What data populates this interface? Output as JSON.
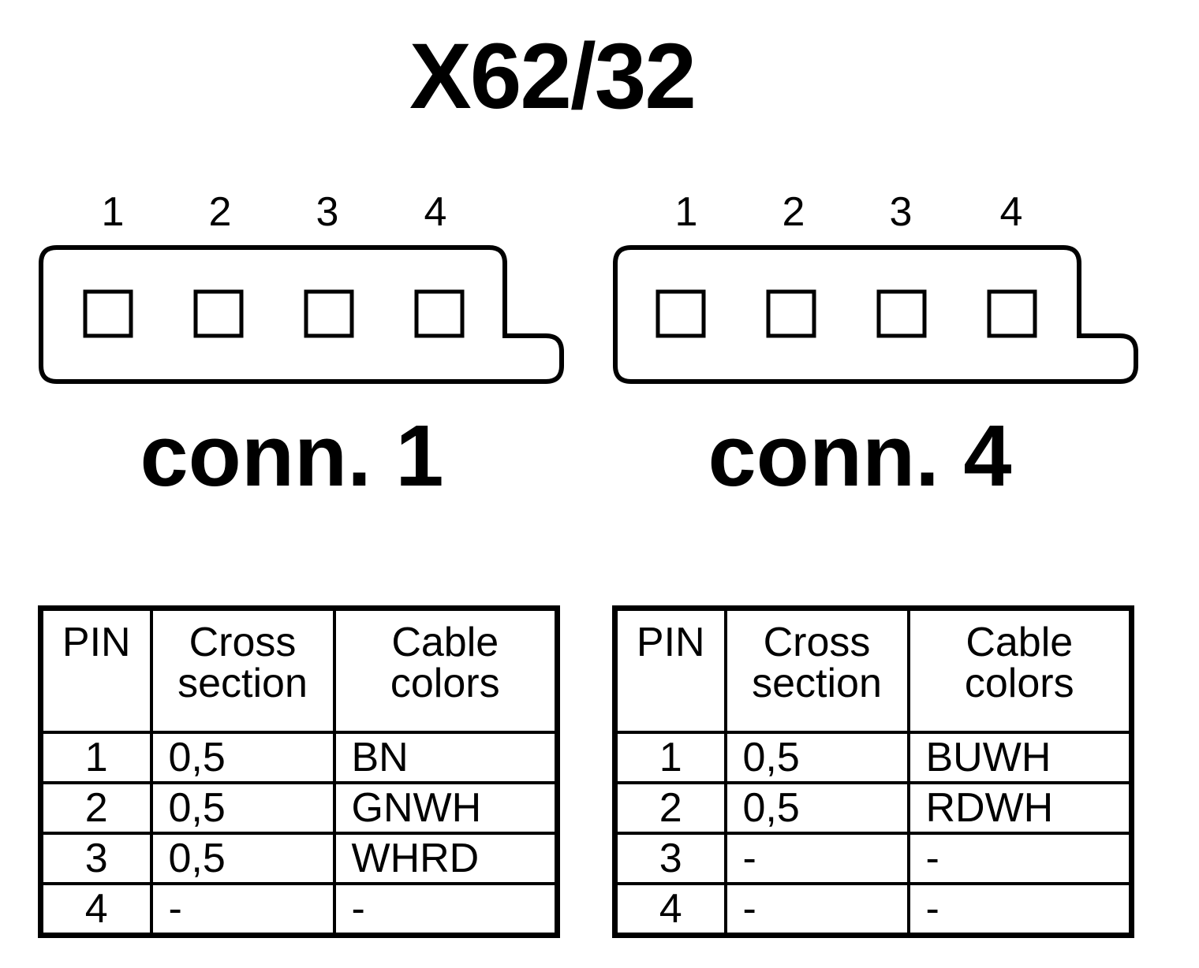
{
  "title": "X62/32",
  "connectors": [
    {
      "label": "conn. 1",
      "pin_numbers": [
        "1",
        "2",
        "3",
        "4"
      ],
      "table": {
        "headers": {
          "pin": "PIN",
          "cross_line1": "Cross",
          "cross_line2": "section",
          "colors_line1": "Cable",
          "colors_line2": "colors"
        },
        "rows": [
          {
            "pin": "1",
            "cross": "0,5",
            "colors": "BN"
          },
          {
            "pin": "2",
            "cross": "0,5",
            "colors": "GNWH"
          },
          {
            "pin": "3",
            "cross": "0,5",
            "colors": "WHRD"
          },
          {
            "pin": "4",
            "cross": "-",
            "colors": "-"
          }
        ]
      }
    },
    {
      "label": "conn. 4",
      "pin_numbers": [
        "1",
        "2",
        "3",
        "4"
      ],
      "table": {
        "headers": {
          "pin": "PIN",
          "cross_line1": "Cross",
          "cross_line2": "section",
          "colors_line1": "Cable",
          "colors_line2": "colors"
        },
        "rows": [
          {
            "pin": "1",
            "cross": "0,5",
            "colors": "BUWH"
          },
          {
            "pin": "2",
            "cross": "0,5",
            "colors": "RDWH"
          },
          {
            "pin": "3",
            "cross": "-",
            "colors": "-"
          },
          {
            "pin": "4",
            "cross": "-",
            "colors": "-"
          }
        ]
      }
    }
  ]
}
